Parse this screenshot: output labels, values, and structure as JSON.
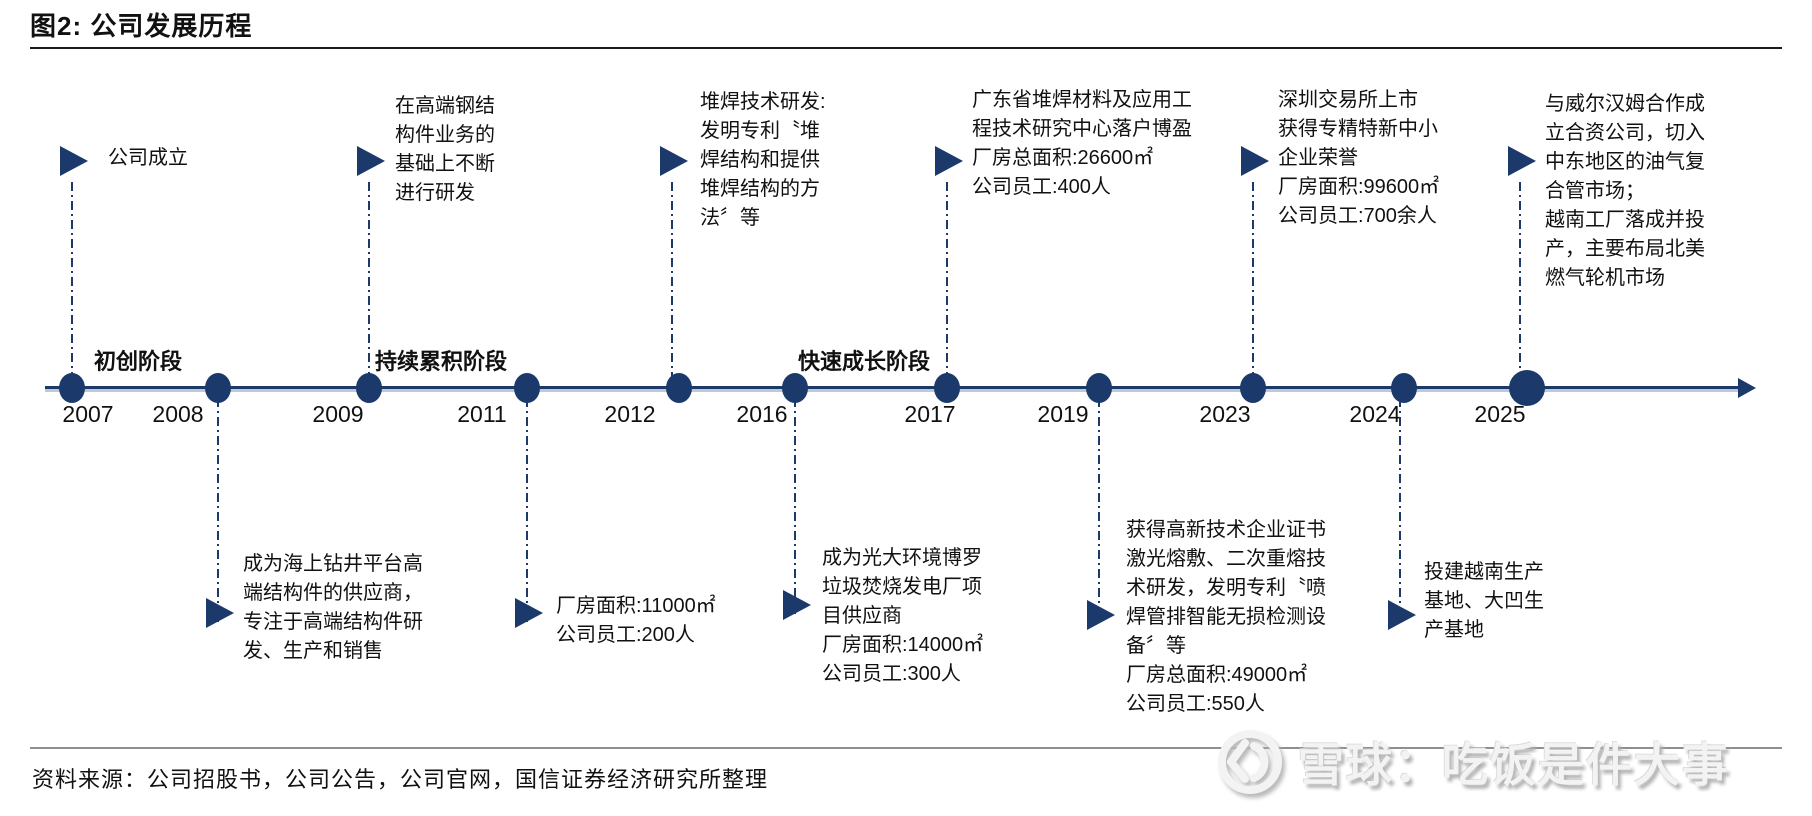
{
  "title": "图2: 公司发展历程",
  "footer": {
    "source": "资料来源：公司招股书，公司公告，公司官网，国信证券经济研究所整理"
  },
  "watermark": {
    "logo_name": "xueqiu-snowball-logo",
    "text": "雪球：吃饭是件大事"
  },
  "colors": {
    "navy": "#1b3a6b",
    "text": "#111111",
    "rule_gray": "#8f8f8f",
    "watermark_gray": "#f3f3f3"
  },
  "timeline": {
    "years": [
      "2007",
      "2008",
      "2009",
      "2011",
      "2012",
      "2016",
      "2017",
      "2019",
      "2023",
      "2024",
      "2025"
    ],
    "phases": [
      "初创阶段",
      "持续累积阶段",
      "快速成长阶段"
    ],
    "events_top": [
      {
        "year": "2007",
        "lines": [
          "公司成立"
        ]
      },
      {
        "year": "2009",
        "lines": [
          "在高端钢结",
          "构件业务的",
          "基础上不断",
          "进行研发"
        ]
      },
      {
        "year": "2012",
        "lines": [
          "堆焊技术研发:",
          "发明专利〝堆",
          "焊结构和提供",
          "堆焊结构的方",
          "法〞等"
        ]
      },
      {
        "year": "2017",
        "lines": [
          "广东省堆焊材料及应用工",
          "程技术研究中心落户博盈",
          "厂房总面积:26600㎡",
          "公司员工:400人"
        ]
      },
      {
        "year": "2023",
        "lines": [
          "深圳交易所上市",
          "获得专精特新中小",
          "企业荣誉",
          "厂房面积:99600㎡",
          "公司员工:700余人"
        ]
      },
      {
        "year": "2025",
        "lines": [
          "与威尔汉姆合作成",
          "立合资公司，切入",
          "中东地区的油气复",
          "合管市场；",
          "越南工厂落成并投",
          "产，主要布局北美",
          "燃气轮机市场"
        ]
      }
    ],
    "events_bottom": [
      {
        "year": "2008",
        "lines": [
          "成为海上钻井平台高",
          "端结构件的供应商，",
          "专注于高端结构件研",
          "发、生产和销售"
        ]
      },
      {
        "year": "2011",
        "lines": [
          "厂房面积:11000㎡",
          "公司员工:200人"
        ]
      },
      {
        "year": "2016",
        "lines": [
          "成为光大环境博罗",
          "垃圾焚烧发电厂项",
          "目供应商",
          "厂房面积:14000㎡",
          "公司员工:300人"
        ]
      },
      {
        "year": "2019",
        "lines": [
          "获得高新技术企业证书",
          "激光熔敷、二次重熔技",
          "术研发，发明专利〝喷",
          "焊管排智能无损检测设",
          "备〞等",
          "厂房总面积:49000㎡",
          "公司员工:550人"
        ]
      },
      {
        "year": "2024",
        "lines": [
          "投建越南生产",
          "基地、大凹生",
          "产基地"
        ]
      }
    ]
  }
}
